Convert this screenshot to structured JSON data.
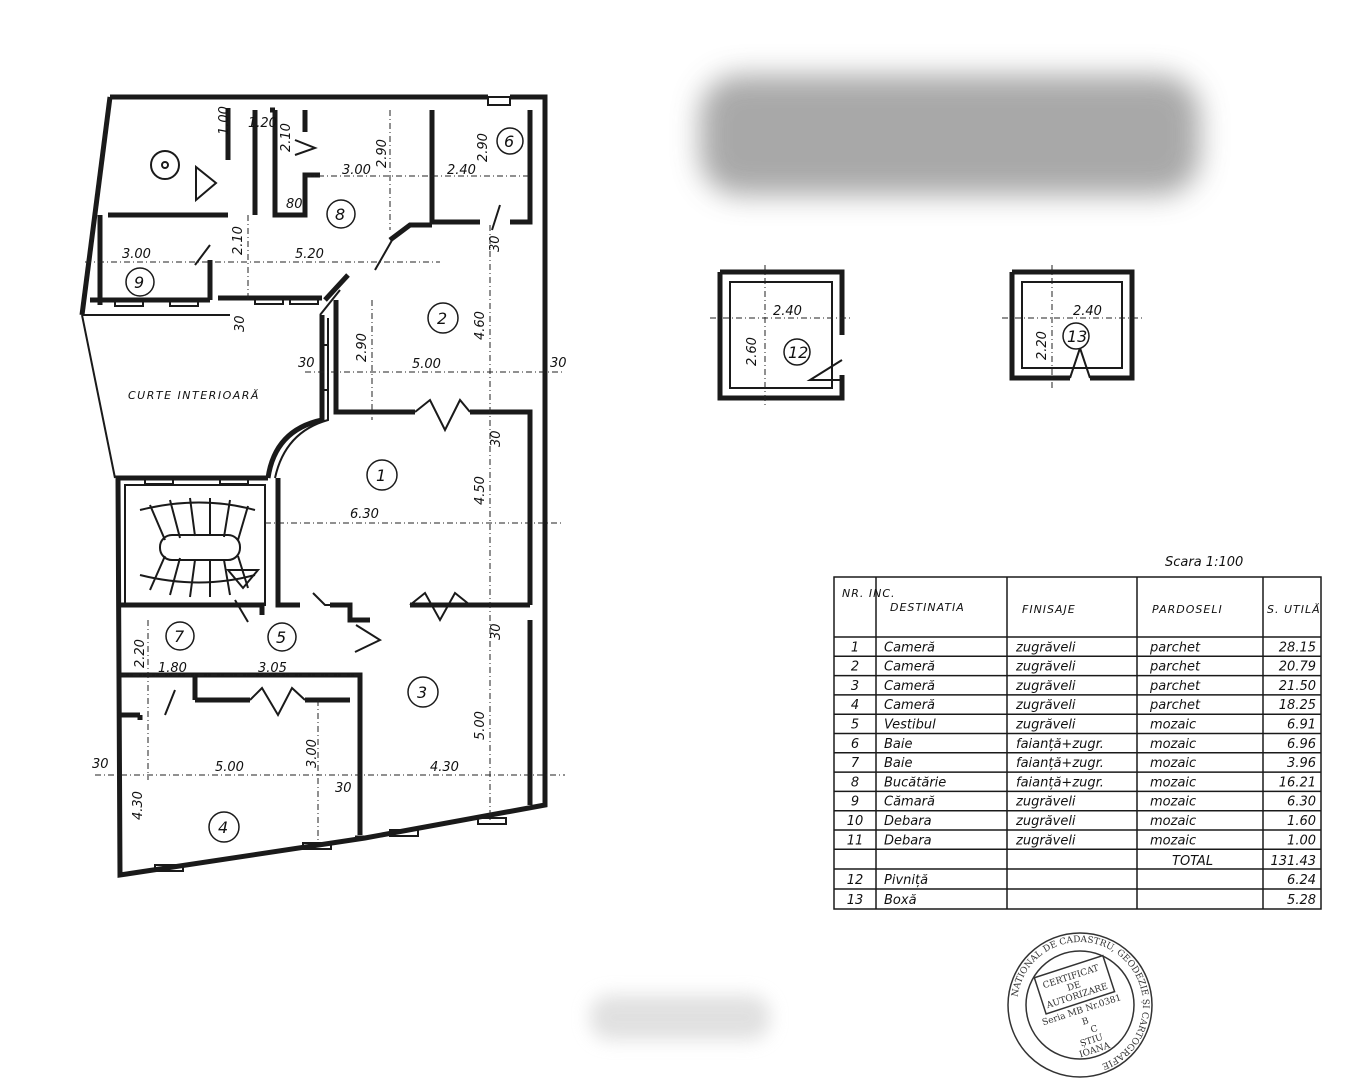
{
  "plan": {
    "courtyard_label": "CURTE  INTERIOARĂ",
    "scale_label": "Scara 1:100",
    "room_numbers": [
      "1",
      "2",
      "3",
      "4",
      "5",
      "6",
      "7",
      "8",
      "9",
      "12",
      "13"
    ],
    "dimensions": {
      "d_1_00": "1.00",
      "d_1_20": "1.20",
      "d_2_10a": "2.10",
      "d_2_90a": "2.90",
      "d_2_90b": "2.90",
      "d_3_00a": "3.00",
      "d_2_40a": "2.40",
      "d_80": "80",
      "d_3_00b": "3.00",
      "d_2_10b": "2.10",
      "d_5_20": "5.20",
      "d_4_60": "4.60",
      "d_30a": "30",
      "d_30b": "30",
      "d_2_90c": "2.90",
      "d_30c": "30",
      "d_5_00a": "5.00",
      "d_30d": "30",
      "d_30e": "30",
      "d_6_30": "6.30",
      "d_4_50": "4.50",
      "d_30f": "30",
      "d_2_20a": "2.20",
      "d_1_80": "1.80",
      "d_3_05": "3.05",
      "d_5_00b": "5.00",
      "d_30g": "30",
      "d_5_00c": "5.00",
      "d_3_00c": "3.00",
      "d_4_30a": "4.30",
      "d_30h": "30",
      "d_4_30b": "4.30",
      "d_2_40b": "2.40",
      "d_2_60": "2.60",
      "d_2_40c": "2.40",
      "d_2_20b": "2.20"
    }
  },
  "table": {
    "headers": [
      "NR. INC.",
      "DESTINATIA",
      "FINISAJE",
      "PARDOSELI",
      "S. UTILĂ"
    ],
    "rows": [
      [
        "1",
        "Cameră",
        "zugrăveli",
        "parchet",
        "28.15"
      ],
      [
        "2",
        "Cameră",
        "zugrăveli",
        "parchet",
        "20.79"
      ],
      [
        "3",
        "Cameră",
        "zugrăveli",
        "parchet",
        "21.50"
      ],
      [
        "4",
        "Cameră",
        "zugrăveli",
        "parchet",
        "18.25"
      ],
      [
        "5",
        "Vestibul",
        "zugrăveli",
        "mozaic",
        "6.91"
      ],
      [
        "6",
        "Baie",
        "faianță+zugr.",
        "mozaic",
        "6.96"
      ],
      [
        "7",
        "Baie",
        "faianță+zugr.",
        "mozaic",
        "3.96"
      ],
      [
        "8",
        "Bucătărie",
        "faianță+zugr.",
        "mozaic",
        "16.21"
      ],
      [
        "9",
        "Cămară",
        "zugrăveli",
        "mozaic",
        "6.30"
      ],
      [
        "10",
        "Debara",
        "zugrăveli",
        "mozaic",
        "1.60"
      ],
      [
        "11",
        "Debara",
        "zugrăveli",
        "mozaic",
        "1.00"
      ]
    ],
    "total_label": "TOTAL",
    "total_value": "131.43",
    "extra_rows": [
      [
        "12",
        "Pivniță",
        "",
        "",
        "6.24"
      ],
      [
        "13",
        "Boxă",
        "",
        "",
        "5.28"
      ]
    ]
  },
  "stamp": {
    "ring_text": "NATIONAL DE CADASTRU, GEODEZIE ȘI CARTOGRAFIE",
    "center_lines": [
      "CERTIFICAT",
      "DE",
      "AUTORIZARE",
      "Seria MB Nr.0381",
      "B",
      "C",
      "ȘTIU",
      "IOANA"
    ]
  }
}
